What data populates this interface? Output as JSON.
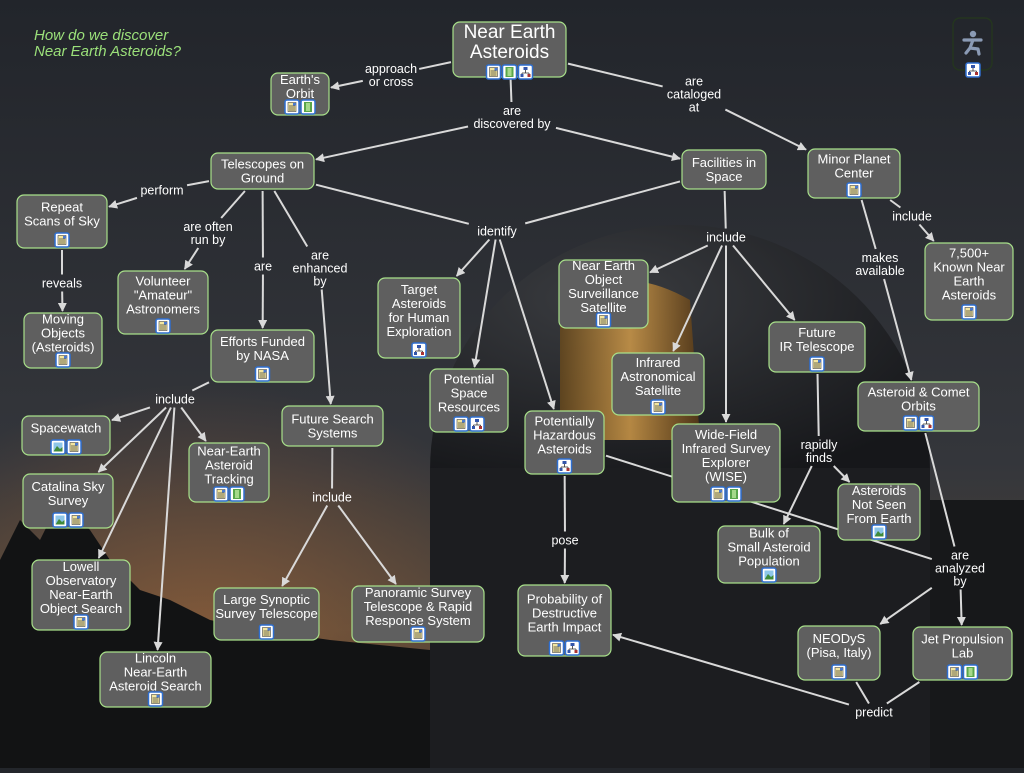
{
  "title": {
    "lines": [
      "How do we discover",
      "Near Earth Asteroids?"
    ]
  },
  "colors": {
    "node_fill": "#5f5f5f",
    "node_border": "#a8e08a",
    "link": "#d9d9d9",
    "text": "#ffffff",
    "title": "#9be07a"
  },
  "corner_widget": {
    "icon": "running-person-icon",
    "resource_icon": "concept-map-icon"
  },
  "nodes": [
    {
      "id": "nea",
      "lines": [
        "Near Earth",
        "Asteroids"
      ],
      "icons": [
        "document",
        "movie",
        "cmap"
      ]
    },
    {
      "id": "orbit",
      "lines": [
        "Earth's",
        "Orbit"
      ],
      "icons": [
        "document",
        "movie"
      ]
    },
    {
      "id": "tel",
      "lines": [
        "Telescopes on",
        "Ground"
      ],
      "icons": []
    },
    {
      "id": "fac",
      "lines": [
        "Facilities in",
        "Space"
      ],
      "icons": []
    },
    {
      "id": "mpc",
      "lines": [
        "Minor Planet",
        "Center"
      ],
      "icons": [
        "document"
      ]
    },
    {
      "id": "repeat",
      "lines": [
        "Repeat",
        "Scans of Sky"
      ],
      "icons": [
        "document"
      ]
    },
    {
      "id": "moving",
      "lines": [
        "Moving",
        "Objects",
        "(Asteroids)"
      ],
      "icons": [
        "document"
      ]
    },
    {
      "id": "volunteer",
      "lines": [
        "Volunteer",
        "\"Amateur\"",
        "Astronomers"
      ],
      "icons": [
        "document"
      ]
    },
    {
      "id": "nasa",
      "lines": [
        "Efforts Funded",
        "by NASA"
      ],
      "icons": [
        "document"
      ]
    },
    {
      "id": "target",
      "lines": [
        "Target",
        "Asteroids",
        "for Human",
        "Exploration"
      ],
      "icons": [
        "cmap"
      ]
    },
    {
      "id": "neos",
      "lines": [
        "Near Earth",
        "Object",
        "Surveillance",
        "Satellite"
      ],
      "icons": [
        "document"
      ]
    },
    {
      "id": "known",
      "lines": [
        "7,500+",
        "Known Near",
        "Earth",
        "Asteroids"
      ],
      "icons": [
        "document"
      ]
    },
    {
      "id": "futureir",
      "lines": [
        "Future",
        "IR Telescope"
      ],
      "icons": [
        "document"
      ]
    },
    {
      "id": "potential",
      "lines": [
        "Potential",
        "Space",
        "Resources"
      ],
      "icons": [
        "document",
        "cmap"
      ]
    },
    {
      "id": "iras",
      "lines": [
        "Infrared",
        "Astronomical",
        "Satellite"
      ],
      "icons": [
        "document"
      ]
    },
    {
      "id": "orbits",
      "lines": [
        "Asteroid & Comet",
        "Orbits"
      ],
      "icons": [
        "document",
        "cmap"
      ]
    },
    {
      "id": "pha",
      "lines": [
        "Potentially",
        "Hazardous",
        "Asteroids"
      ],
      "icons": [
        "cmap"
      ]
    },
    {
      "id": "spacewatch",
      "lines": [
        "Spacewatch"
      ],
      "icons": [
        "image",
        "document"
      ]
    },
    {
      "id": "futuresearch",
      "lines": [
        "Future Search",
        "Systems"
      ],
      "icons": []
    },
    {
      "id": "neat",
      "lines": [
        "Near-Earth",
        "Asteroid",
        "Tracking"
      ],
      "icons": [
        "document",
        "movie"
      ]
    },
    {
      "id": "wise",
      "lines": [
        "Wide-Field",
        "Infrared Survey",
        "Explorer",
        "(WISE)"
      ],
      "icons": [
        "document",
        "movie"
      ]
    },
    {
      "id": "catalina",
      "lines": [
        "Catalina Sky",
        "Survey"
      ],
      "icons": [
        "image",
        "document"
      ]
    },
    {
      "id": "notseen",
      "lines": [
        "Asteroids",
        "Not Seen",
        "From Earth"
      ],
      "icons": [
        "image"
      ]
    },
    {
      "id": "bulk",
      "lines": [
        "Bulk of",
        "Small Asteroid",
        "Population"
      ],
      "icons": [
        "image"
      ]
    },
    {
      "id": "lowell",
      "lines": [
        "Lowell",
        "Observatory",
        "Near-Earth",
        "Object Search"
      ],
      "icons": [
        "document"
      ]
    },
    {
      "id": "lsst",
      "lines": [
        "Large Synoptic",
        "Survey Telescope"
      ],
      "icons": [
        "document"
      ]
    },
    {
      "id": "panstarrs",
      "lines": [
        "Panoramic Survey",
        "Telescope & Rapid",
        "Response System"
      ],
      "icons": [
        "document"
      ]
    },
    {
      "id": "prob",
      "lines": [
        "Probability of",
        "Destructive",
        "Earth Impact"
      ],
      "icons": [
        "document",
        "cmap"
      ]
    },
    {
      "id": "neodys",
      "lines": [
        "NEODyS",
        "(Pisa, Italy)"
      ],
      "icons": [
        "document"
      ]
    },
    {
      "id": "jpl",
      "lines": [
        "Jet Propulsion",
        "Lab"
      ],
      "icons": [
        "document",
        "movie"
      ]
    },
    {
      "id": "lincoln",
      "lines": [
        "Lincoln",
        "Near-Earth",
        "Asteroid Search"
      ],
      "icons": [
        "document"
      ]
    }
  ],
  "links": [
    {
      "id": "l_approach",
      "lines": [
        "approach",
        "or cross"
      ],
      "from": [
        "nea"
      ],
      "to": [
        "orbit"
      ]
    },
    {
      "id": "l_discovered",
      "lines": [
        "are",
        "discovered by"
      ],
      "from": [
        "nea"
      ],
      "to": [
        "tel",
        "fac"
      ]
    },
    {
      "id": "l_cataloged",
      "lines": [
        "are",
        "cataloged",
        "at"
      ],
      "from": [
        "nea"
      ],
      "to": [
        "mpc"
      ]
    },
    {
      "id": "l_perform",
      "lines": [
        "perform"
      ],
      "from": [
        "tel"
      ],
      "to": [
        "repeat"
      ]
    },
    {
      "id": "l_runby",
      "lines": [
        "are often",
        "run by"
      ],
      "from": [
        "tel"
      ],
      "to": [
        "volunteer"
      ]
    },
    {
      "id": "l_are",
      "lines": [
        "are"
      ],
      "from": [
        "tel"
      ],
      "to": [
        "nasa"
      ]
    },
    {
      "id": "l_enhanced",
      "lines": [
        "are",
        "enhanced",
        "by"
      ],
      "from": [
        "tel"
      ],
      "to": [
        "futuresearch"
      ]
    },
    {
      "id": "l_identify",
      "lines": [
        "identify"
      ],
      "from": [
        "tel",
        "fac"
      ],
      "to": [
        "target",
        "potential",
        "pha"
      ]
    },
    {
      "id": "l_include_fac",
      "lines": [
        "include"
      ],
      "from": [
        "fac"
      ],
      "to": [
        "neos",
        "iras",
        "wise",
        "futureir"
      ]
    },
    {
      "id": "l_include_mpc",
      "lines": [
        "include"
      ],
      "from": [
        "mpc"
      ],
      "to": [
        "known"
      ]
    },
    {
      "id": "l_makes",
      "lines": [
        "makes",
        "available"
      ],
      "from": [
        "mpc"
      ],
      "to": [
        "orbits"
      ]
    },
    {
      "id": "l_reveals",
      "lines": [
        "reveals"
      ],
      "from": [
        "repeat"
      ],
      "to": [
        "moving"
      ]
    },
    {
      "id": "l_include_nasa",
      "lines": [
        "include"
      ],
      "from": [
        "nasa"
      ],
      "to": [
        "spacewatch",
        "catalina",
        "lowell",
        "lincoln",
        "neat"
      ]
    },
    {
      "id": "l_include_fs",
      "lines": [
        "include"
      ],
      "from": [
        "futuresearch"
      ],
      "to": [
        "lsst",
        "panstarrs"
      ]
    },
    {
      "id": "l_finds",
      "lines": [
        "rapidly",
        "finds"
      ],
      "from": [
        "futureir"
      ],
      "to": [
        "bulk",
        "notseen"
      ]
    },
    {
      "id": "l_pose",
      "lines": [
        "pose"
      ],
      "from": [
        "pha"
      ],
      "to": [
        "prob"
      ]
    },
    {
      "id": "l_analyzed",
      "lines": [
        "are",
        "analyzed",
        "by"
      ],
      "from": [
        "orbits",
        "pha"
      ],
      "to": [
        "neodys",
        "jpl"
      ]
    },
    {
      "id": "l_predict",
      "lines": [
        "predict"
      ],
      "from": [
        "neodys",
        "jpl"
      ],
      "to": [
        "prob"
      ]
    }
  ]
}
